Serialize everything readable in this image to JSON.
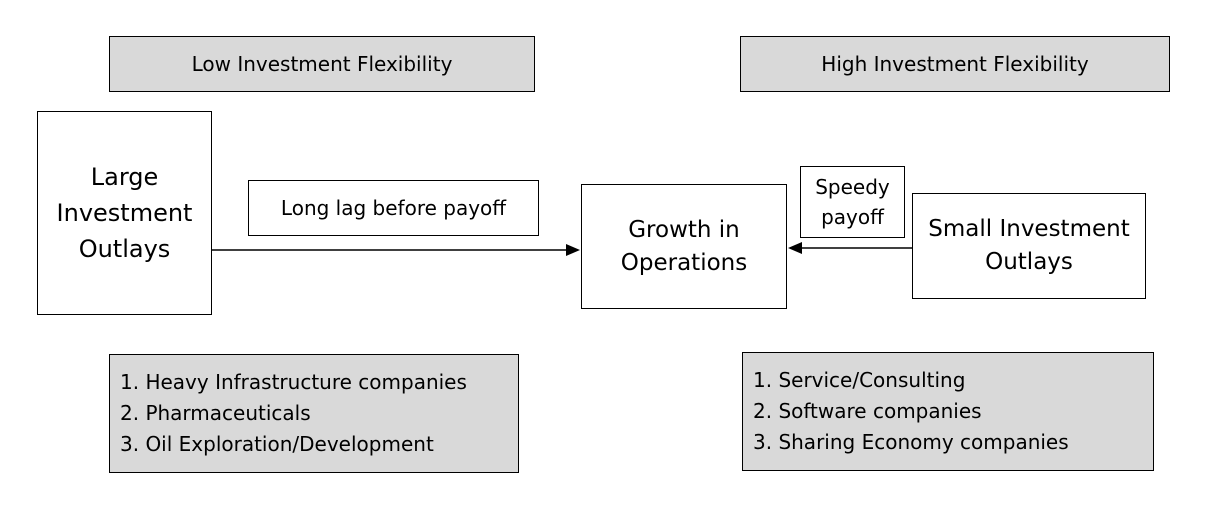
{
  "left": {
    "header": "Low Investment Flexibility",
    "source_lines": [
      "Large",
      "Investment",
      "Outlays"
    ],
    "lag_label": "Long lag before payoff",
    "examples": [
      "1. Heavy Infrastructure companies",
      "2. Pharmaceuticals",
      "3. Oil Exploration/Development"
    ]
  },
  "center": {
    "target_lines": [
      "Growth in",
      "Operations"
    ]
  },
  "right": {
    "header": "High Investment Flexibility",
    "source_lines": [
      "Small Investment",
      "Outlays"
    ],
    "lag_label_lines": [
      "Speedy",
      "payoff"
    ],
    "examples": [
      "1. Service/Consulting",
      "2. Software companies",
      "3. Sharing Economy companies"
    ]
  },
  "colors": {
    "fill": "#d9d9d9",
    "stroke": "#000000"
  }
}
